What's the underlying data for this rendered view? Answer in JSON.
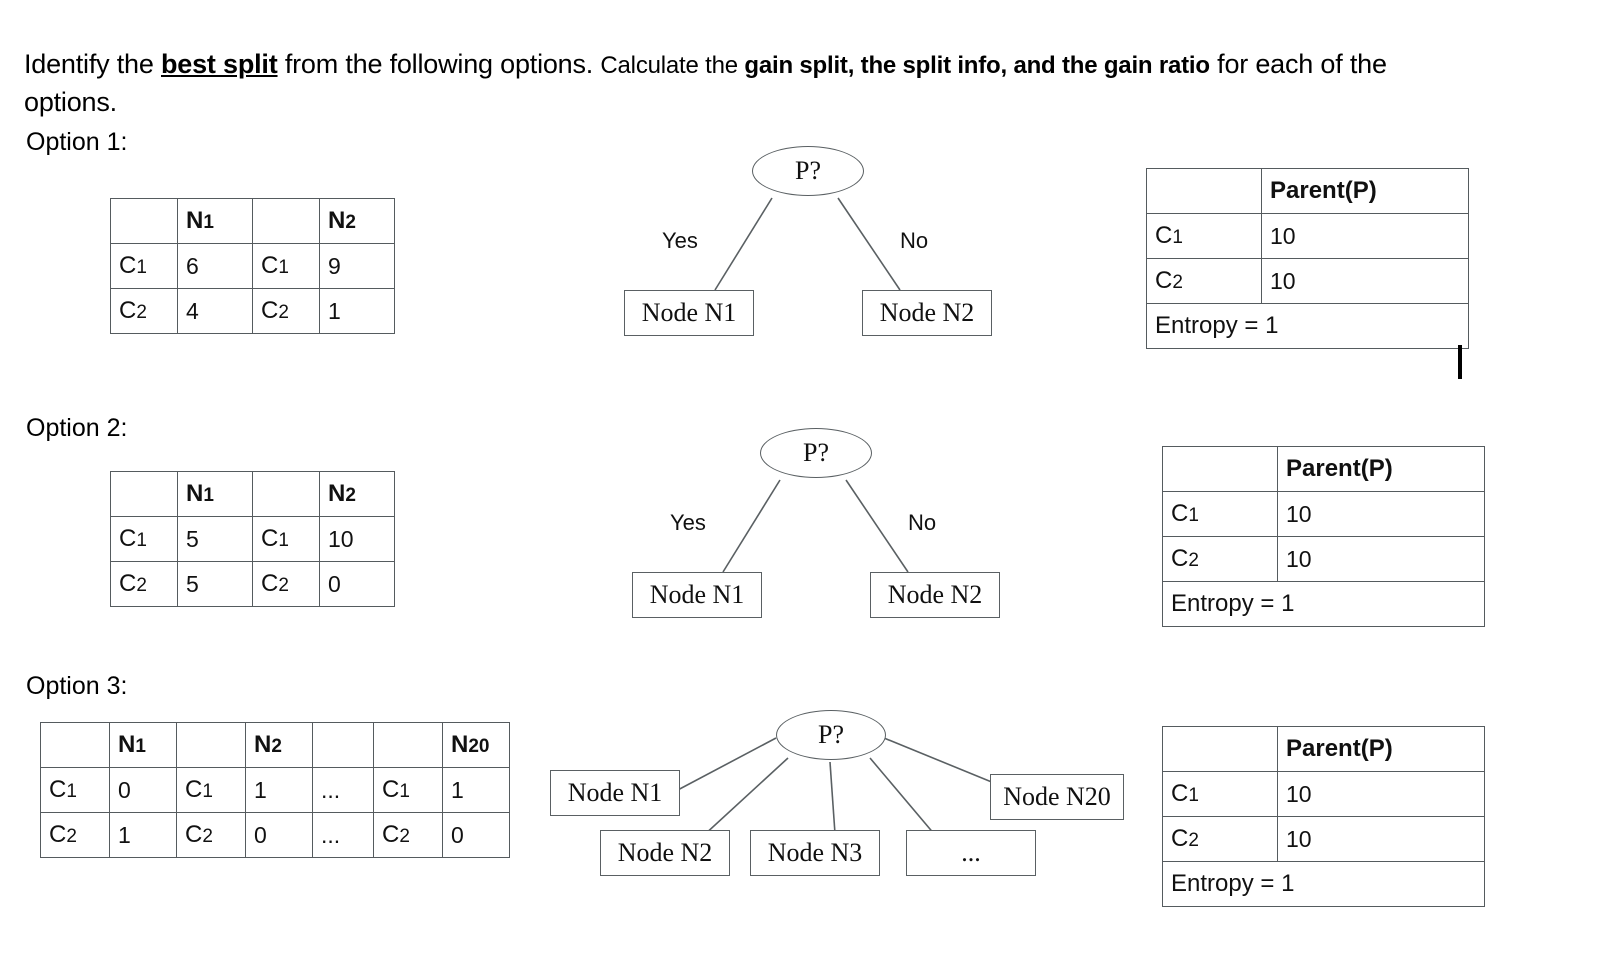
{
  "prompt": {
    "seg1": "Identify the ",
    "seg2_bold_underline": "best split",
    "seg3": " from the following options. ",
    "seg4_small": "Calculate the ",
    "seg5_bold": "gain split, the split info, and the gain ratio",
    "seg6": " for each of the options."
  },
  "options": [
    {
      "label": "Option 1:",
      "counts_table": {
        "header": [
          "",
          "N1",
          "",
          "N2"
        ],
        "header_sub": [
          "",
          "1",
          "",
          "2"
        ],
        "rows": [
          [
            "C1",
            "6",
            "C1",
            "9"
          ],
          [
            "C2",
            "4",
            "C2",
            "1"
          ]
        ]
      },
      "tree": {
        "root": "P?",
        "edge_labels": [
          "Yes",
          "No"
        ],
        "children": [
          "Node N1",
          "Node N2"
        ]
      },
      "parent_table": {
        "header": [
          "",
          "Parent(P)"
        ],
        "rows": [
          [
            "C1",
            "10"
          ],
          [
            "C2",
            "10"
          ]
        ],
        "footer": "Entropy = 1"
      }
    },
    {
      "label": "Option 2:",
      "counts_table": {
        "header": [
          "",
          "N1",
          "",
          "N2"
        ],
        "rows": [
          [
            "C1",
            "5",
            "C1",
            "10"
          ],
          [
            "C2",
            "5",
            "C2",
            "0"
          ]
        ]
      },
      "tree": {
        "root": "P?",
        "edge_labels": [
          "Yes",
          "No"
        ],
        "children": [
          "Node N1",
          "Node N2"
        ]
      },
      "parent_table": {
        "header": [
          "",
          "Parent(P)"
        ],
        "rows": [
          [
            "C1",
            "10"
          ],
          [
            "C2",
            "10"
          ]
        ],
        "footer": "Entropy = 1"
      }
    },
    {
      "label": "Option 3:",
      "counts_table": {
        "header": [
          "",
          "N1",
          "",
          "N2",
          "",
          "",
          "N20"
        ],
        "rows": [
          [
            "C1",
            "0",
            "C1",
            "1",
            "...",
            "C1",
            "1"
          ],
          [
            "C2",
            "1",
            "C2",
            "0",
            "...",
            "C2",
            "0"
          ]
        ]
      },
      "tree": {
        "root": "P?",
        "children": [
          "Node N1",
          "Node N2",
          "Node N3",
          "...",
          "Node N20"
        ]
      },
      "parent_table": {
        "header": [
          "",
          "Parent(P)"
        ],
        "rows": [
          [
            "C1",
            "10"
          ],
          [
            "C2",
            "10"
          ]
        ],
        "footer": "Entropy = 1"
      }
    }
  ],
  "colors": {
    "background": "#ffffff",
    "text": "#000000",
    "table_border": "#555b5e",
    "diagram_stroke": "#5a6063"
  }
}
